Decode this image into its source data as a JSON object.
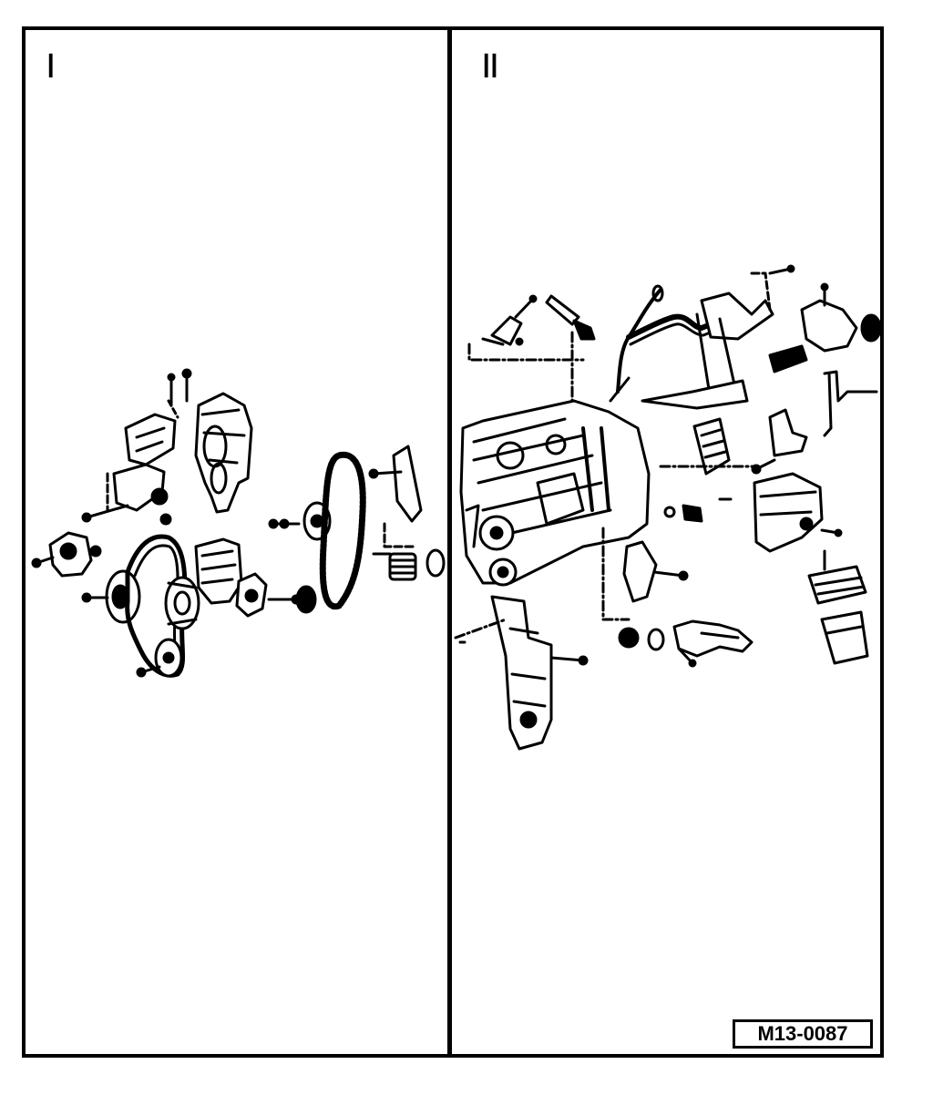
{
  "panels": [
    {
      "label": "I"
    },
    {
      "label": "II"
    }
  ],
  "reference_code": "M13-0087"
}
